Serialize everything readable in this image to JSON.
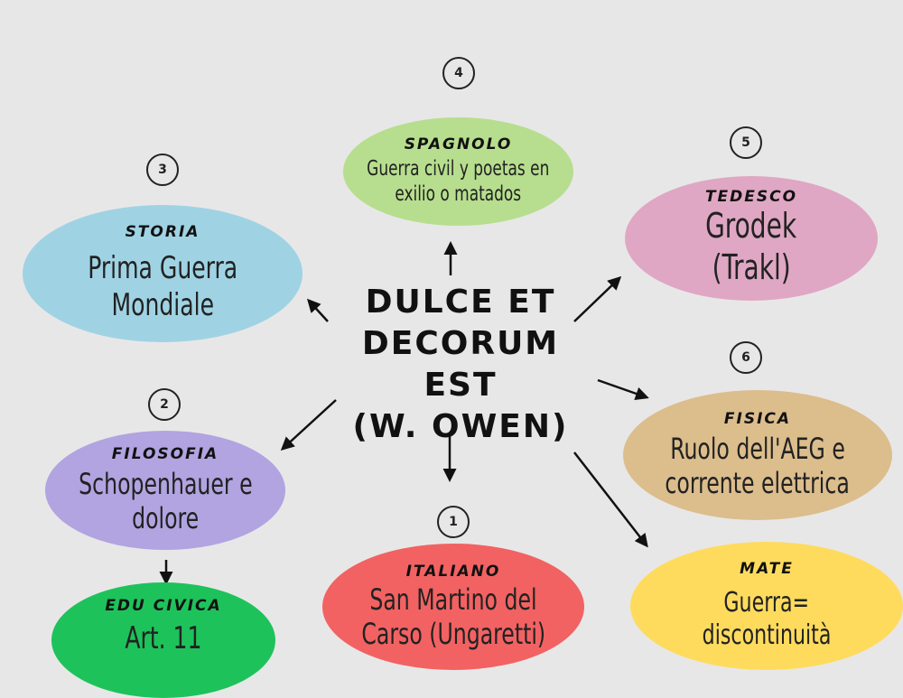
{
  "center": {
    "line1": "DULCE ET",
    "line2": "DECORUM EST",
    "line3": "(W. OWEN)"
  },
  "nodes": {
    "spagnolo": {
      "number": "4",
      "subject": "SPAGNOLO",
      "line1": "Guerra civil y poetas en",
      "line2": "exilio o matados",
      "color": "#b7de8e"
    },
    "storia": {
      "number": "3",
      "subject": "STORIA",
      "line1": "Prima Guerra",
      "line2": "Mondiale",
      "color": "#9fd3e4"
    },
    "tedesco": {
      "number": "5",
      "subject": "TEDESCO",
      "line1": "Grodek",
      "line2": "(Trakl)",
      "color": "#dfa7c3"
    },
    "filosofia": {
      "number": "2",
      "subject": "FILOSOFIA",
      "line1": "Schopenhauer e",
      "line2": "dolore",
      "color": "#b1a4e1"
    },
    "fisica": {
      "number": "6",
      "subject": "FISICA",
      "line1": "Ruolo dell'AEG e",
      "line2": "corrente elettrica",
      "color": "#dcbd8c"
    },
    "italiano": {
      "number": "1",
      "subject": "ITALIANO",
      "line1": "San Martino del",
      "line2": "Carso (Ungaretti)",
      "color": "#f26262"
    },
    "mate": {
      "subject": "MATE",
      "line1": "Guerra=",
      "line2": "discontinuità",
      "color": "#fedb5d"
    },
    "educivica": {
      "subject": "EDU CIVICA",
      "line1": "Art. 11",
      "color": "#1ec25b"
    }
  }
}
